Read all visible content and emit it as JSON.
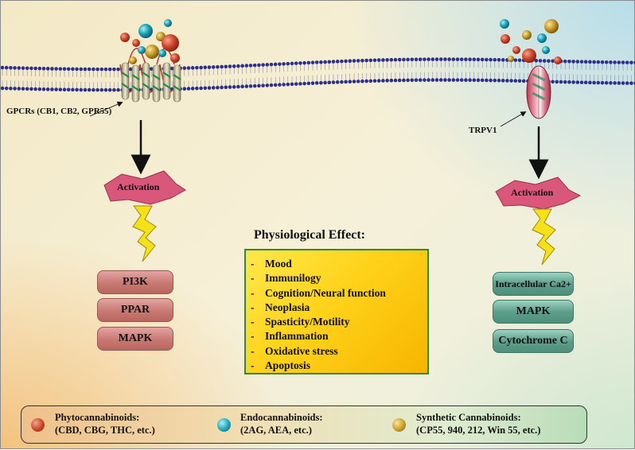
{
  "labels": {
    "gpcr": "GPCRs (CB1, CB2, GPR55)",
    "trpv1": "TRPV1",
    "activation_left": "Activation",
    "activation_right": "Activation"
  },
  "left_pathway": [
    "PI3K",
    "PPAR",
    "MAPK"
  ],
  "right_pathway": [
    "Intracellular Ca2+",
    "MAPK",
    "Cytochrome C"
  ],
  "effect": {
    "title": "Physiological Effect:",
    "items": [
      "Mood",
      "Immunilogy",
      "Cognition/Neural function",
      "Neoplasia",
      "Spasticity/Motility",
      "Inflammation",
      "Oxidative stress",
      "Apoptosis"
    ]
  },
  "legend": [
    {
      "name": "Phytocannabinoids:",
      "examples": "(CBD, CBG, THC, etc.)",
      "color": "#c8452a"
    },
    {
      "name": "Endocannabinoids:",
      "examples": "(2AG, AEA, etc.)",
      "color": "#1aa3b8"
    },
    {
      "name": "Synthetic Cannabinoids:",
      "examples": "(CP55, 940, 212, Win 55, etc.)",
      "color": "#c9a227"
    }
  ],
  "colors": {
    "phyto": "#c8452a",
    "endo": "#1aa3b8",
    "synthetic": "#c9a227",
    "membrane": "#2d2f8c",
    "activation": "#d9577a",
    "bolt": "#f5e11a",
    "effect_border": "#2e8a3a"
  }
}
